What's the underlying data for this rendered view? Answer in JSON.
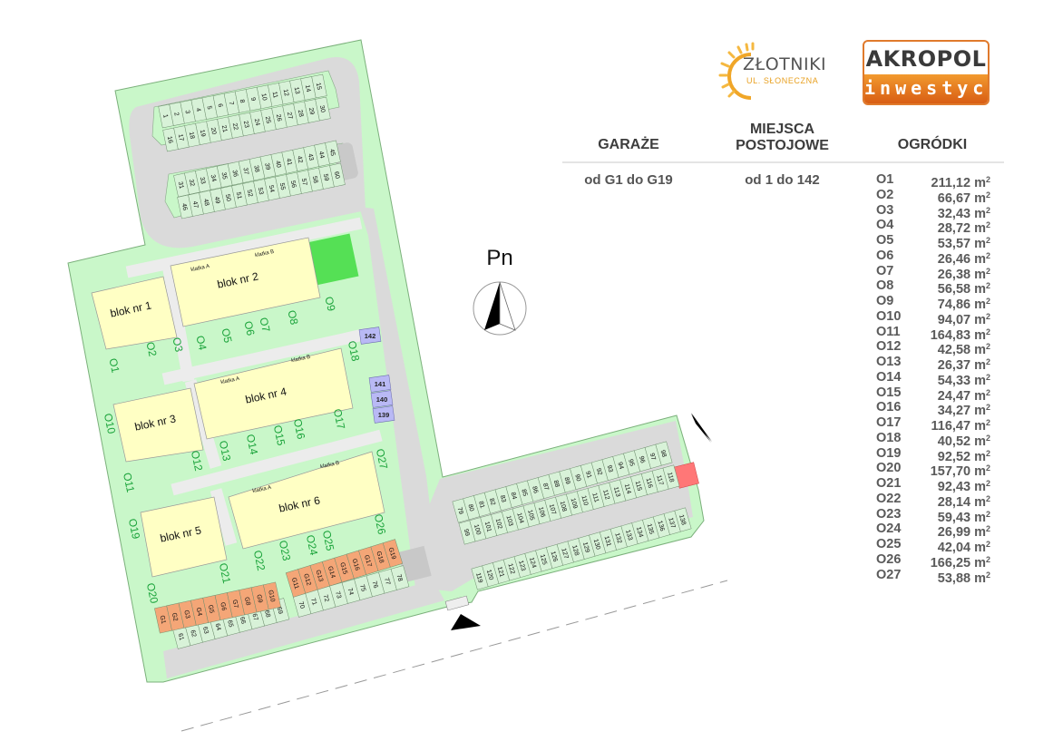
{
  "logos": {
    "zlotniki": {
      "name": "ZŁOTNIKI",
      "sub": "UL. SŁONECZNA"
    },
    "akropol": {
      "top": "AKROPOL",
      "bottom": "inwestycje"
    }
  },
  "table": {
    "headers": {
      "garages": "GARAŻE",
      "parking_line1": "MIEJSCA",
      "parking_line2": "POSTOJOWE",
      "gardens": "OGRÓDKI"
    },
    "garages": "od G1 do G19",
    "parking": "od 1 do 142",
    "unit": "m",
    "unit_exp": "2",
    "gardens": [
      {
        "id": "O1",
        "area": "211,12"
      },
      {
        "id": "O2",
        "area": "66,67"
      },
      {
        "id": "O3",
        "area": "32,43"
      },
      {
        "id": "O4",
        "area": "28,72"
      },
      {
        "id": "O5",
        "area": "53,57"
      },
      {
        "id": "O6",
        "area": "26,46"
      },
      {
        "id": "O7",
        "area": "26,38"
      },
      {
        "id": "O8",
        "area": "56,58"
      },
      {
        "id": "O9",
        "area": "74,86"
      },
      {
        "id": "O10",
        "area": "94,07"
      },
      {
        "id": "O11",
        "area": "164,83"
      },
      {
        "id": "O12",
        "area": "42,58"
      },
      {
        "id": "O13",
        "area": "26,37"
      },
      {
        "id": "O14",
        "area": "54,33"
      },
      {
        "id": "O15",
        "area": "24,47"
      },
      {
        "id": "O16",
        "area": "34,27"
      },
      {
        "id": "O17",
        "area": "116,47"
      },
      {
        "id": "O18",
        "area": "40,52"
      },
      {
        "id": "O19",
        "area": "92,52"
      },
      {
        "id": "O20",
        "area": "157,70"
      },
      {
        "id": "O21",
        "area": "92,43"
      },
      {
        "id": "O22",
        "area": "28,14"
      },
      {
        "id": "O23",
        "area": "59,43"
      },
      {
        "id": "O24",
        "area": "26,99"
      },
      {
        "id": "O25",
        "area": "42,04"
      },
      {
        "id": "O26",
        "area": "166,25"
      },
      {
        "id": "O27",
        "area": "53,88"
      }
    ]
  },
  "map": {
    "north_label": "Pn",
    "blocks": [
      "blok nr 1",
      "blok nr 2",
      "blok nr 3",
      "blok nr 4",
      "blok nr 5",
      "blok nr 6"
    ],
    "staircase_a": "klatka A",
    "staircase_b": "klatka B",
    "parking_rows": [
      {
        "from": 1,
        "to": 15
      },
      {
        "from": 16,
        "to": 30
      },
      {
        "from": 31,
        "to": 45
      },
      {
        "from": 46,
        "to": 60
      },
      {
        "from": 61,
        "to": 69
      },
      {
        "from": 70,
        "to": 78
      },
      {
        "from": 79,
        "to": 98
      },
      {
        "from": 99,
        "to": 118
      },
      {
        "from": 119,
        "to": 138
      }
    ],
    "garage_prefix": "G",
    "garage_rows": [
      {
        "from": 1,
        "to": 10
      },
      {
        "from": 11,
        "to": 19
      }
    ],
    "visitor_spots": [
      "142",
      "141",
      "140",
      "139"
    ]
  },
  "colors": {
    "lawn": "#c9f7c9",
    "road": "#dadada",
    "walkway": "#ececec",
    "building": "#ffffc4",
    "parking": "#d8f2d8",
    "garage": "#f4a677",
    "visitor": "#b9b9f5",
    "playground": "#55e055",
    "reserved": "#f77",
    "garden_label": "#1aa33a"
  }
}
